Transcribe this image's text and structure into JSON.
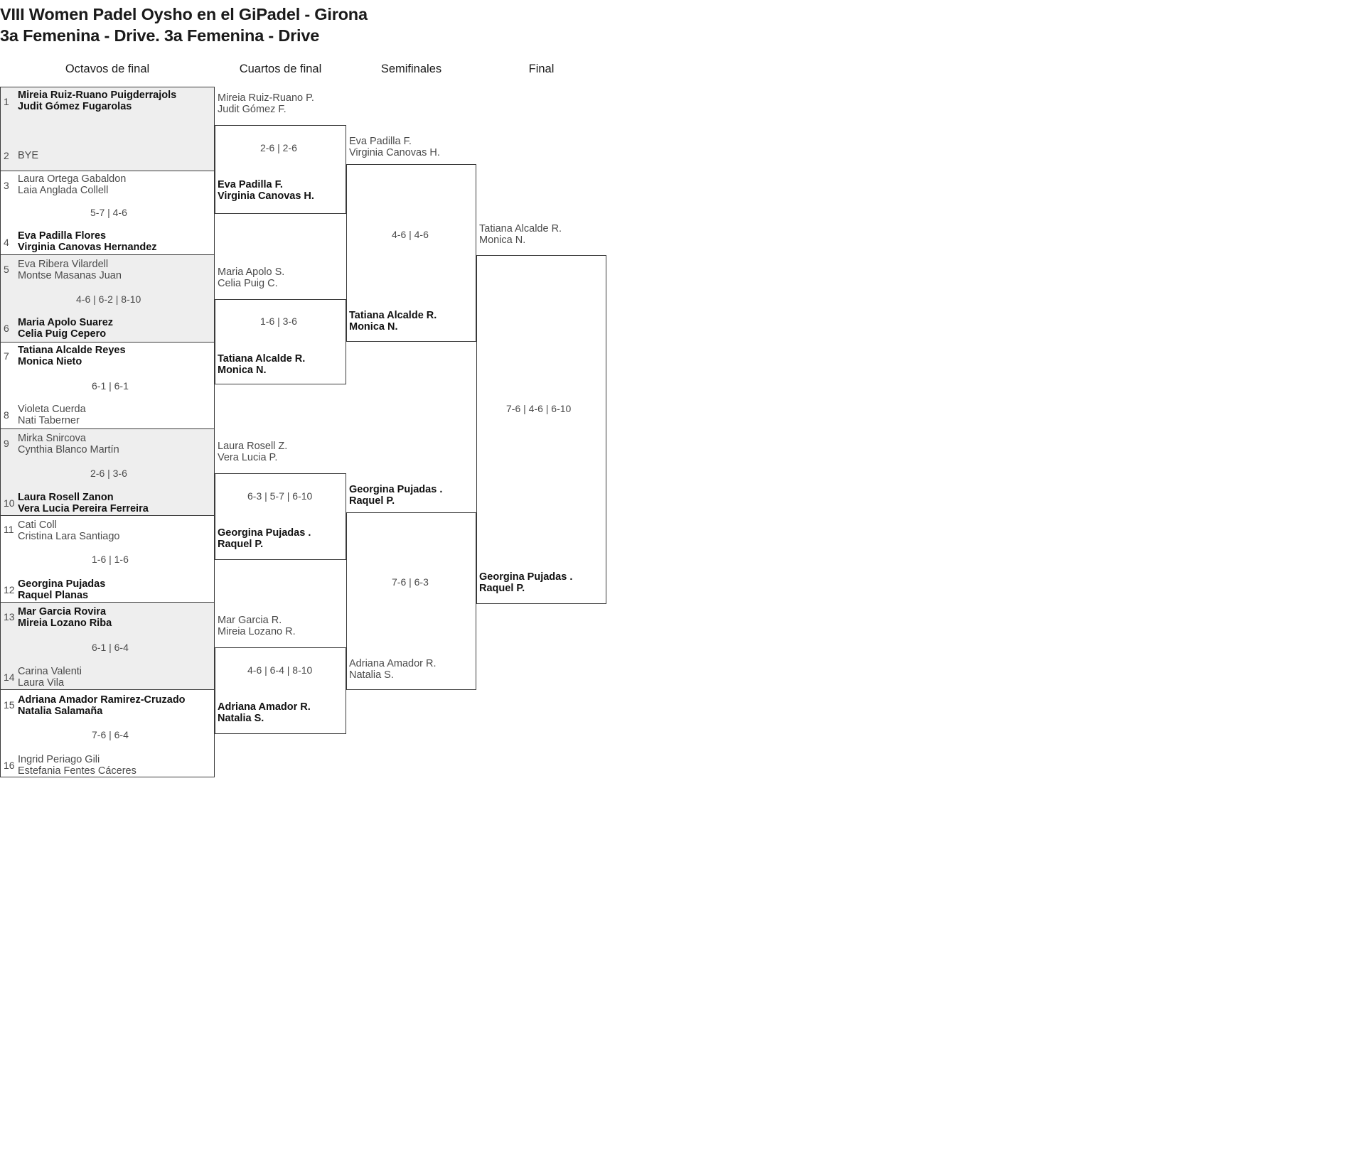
{
  "title": {
    "line1": "VIII Women Padel Oysho en el GiPadel - Girona",
    "line2": "3a Femenina - Drive. 3a Femenina - Drive"
  },
  "round_headers": {
    "r16": "Octavos de final",
    "qf": "Cuartos de final",
    "sf": "Semifinales",
    "final": "Final"
  },
  "colors": {
    "shade": "#eeeeee",
    "line": "#3a3a3a",
    "winner_text": "#111111",
    "loser_text": "#4a4a4a",
    "background": "#ffffff"
  },
  "round16": {
    "entries": [
      {
        "seed": "1",
        "p1": "Mireia Ruiz-Ruano Puigderrajols",
        "p2": "Judit Gómez Fugarolas",
        "winner": true
      },
      {
        "seed": "2",
        "p1": "BYE",
        "p2": "",
        "winner": false
      },
      {
        "seed": "3",
        "p1": "Laura Ortega Gabaldon",
        "p2": "Laia Anglada Collell",
        "winner": false
      },
      {
        "seed": "4",
        "p1": "Eva Padilla Flores",
        "p2": "Virginia Canovas Hernandez",
        "winner": true
      },
      {
        "seed": "5",
        "p1": "Eva Ribera Vilardell",
        "p2": "Montse Masanas Juan",
        "winner": false
      },
      {
        "seed": "6",
        "p1": "Maria Apolo Suarez",
        "p2": "Celia Puig Cepero",
        "winner": true
      },
      {
        "seed": "7",
        "p1": "Tatiana Alcalde Reyes",
        "p2": "Monica Nieto",
        "winner": true
      },
      {
        "seed": "8",
        "p1": "Violeta Cuerda",
        "p2": "Nati Taberner",
        "winner": false
      },
      {
        "seed": "9",
        "p1": "Mirka Snircova",
        "p2": "Cynthia Blanco Martín",
        "winner": false
      },
      {
        "seed": "10",
        "p1": "Laura Rosell Zanon",
        "p2": "Vera Lucia Pereira Ferreira",
        "winner": true
      },
      {
        "seed": "11",
        "p1": "Cati Coll",
        "p2": "Cristina Lara Santiago",
        "winner": false
      },
      {
        "seed": "12",
        "p1": "Georgina Pujadas",
        "p2": "Raquel Planas",
        "winner": true
      },
      {
        "seed": "13",
        "p1": "Mar Garcia Rovira",
        "p2": "Mireia Lozano Riba",
        "winner": true
      },
      {
        "seed": "14",
        "p1": "Carina Valenti",
        "p2": "Laura Vila",
        "winner": false
      },
      {
        "seed": "15",
        "p1": "Adriana Amador Ramirez-Cruzado",
        "p2": "Natalia Salamaña",
        "winner": true
      },
      {
        "seed": "16",
        "p1": "Ingrid Periago Gili",
        "p2": "Estefania Fentes Cáceres",
        "winner": false
      }
    ],
    "scores": [
      "",
      "5-7 | 4-6",
      "4-6 | 6-2 | 8-10",
      "6-1 | 6-1",
      "2-6 | 3-6",
      "1-6 | 1-6",
      "6-1 | 6-4",
      "7-6 | 6-4"
    ]
  },
  "quarterfinals": {
    "slots": [
      {
        "p1": "Mireia Ruiz-Ruano P.",
        "p2": "Judit Gómez F.",
        "winner": false
      },
      {
        "p1": "Eva Padilla F.",
        "p2": "Virginia Canovas H.",
        "winner": true
      },
      {
        "p1": "Maria Apolo S.",
        "p2": "Celia Puig C.",
        "winner": false
      },
      {
        "p1": "Tatiana Alcalde R.",
        "p2": "Monica N.",
        "winner": true
      },
      {
        "p1": "Laura Rosell Z.",
        "p2": "Vera Lucia P.",
        "winner": false
      },
      {
        "p1": "Georgina Pujadas .",
        "p2": "Raquel P.",
        "winner": true
      },
      {
        "p1": "Mar Garcia R.",
        "p2": "Mireia Lozano R.",
        "winner": false
      },
      {
        "p1": "Adriana Amador R.",
        "p2": "Natalia S.",
        "winner": true
      }
    ],
    "scores": [
      "2-6 | 2-6",
      "1-6 | 3-6",
      "6-3 | 5-7 | 6-10",
      "4-6 | 6-4 | 8-10"
    ]
  },
  "semifinals": {
    "slots": [
      {
        "p1": "Eva Padilla F.",
        "p2": "Virginia Canovas H.",
        "winner": false
      },
      {
        "p1": "Tatiana Alcalde R.",
        "p2": "Monica N.",
        "winner": true
      },
      {
        "p1": "Georgina Pujadas .",
        "p2": "Raquel P.",
        "winner": true
      },
      {
        "p1": "Adriana Amador R.",
        "p2": "Natalia S.",
        "winner": false
      }
    ],
    "scores": [
      "4-6 | 4-6",
      "7-6 | 6-3"
    ]
  },
  "final": {
    "slots": [
      {
        "p1": "Tatiana Alcalde R.",
        "p2": "Monica N.",
        "winner": false
      },
      {
        "p1": "Georgina Pujadas .",
        "p2": "Raquel P.",
        "winner": true
      }
    ],
    "scores": [
      "7-6 | 4-6 | 6-10"
    ]
  }
}
